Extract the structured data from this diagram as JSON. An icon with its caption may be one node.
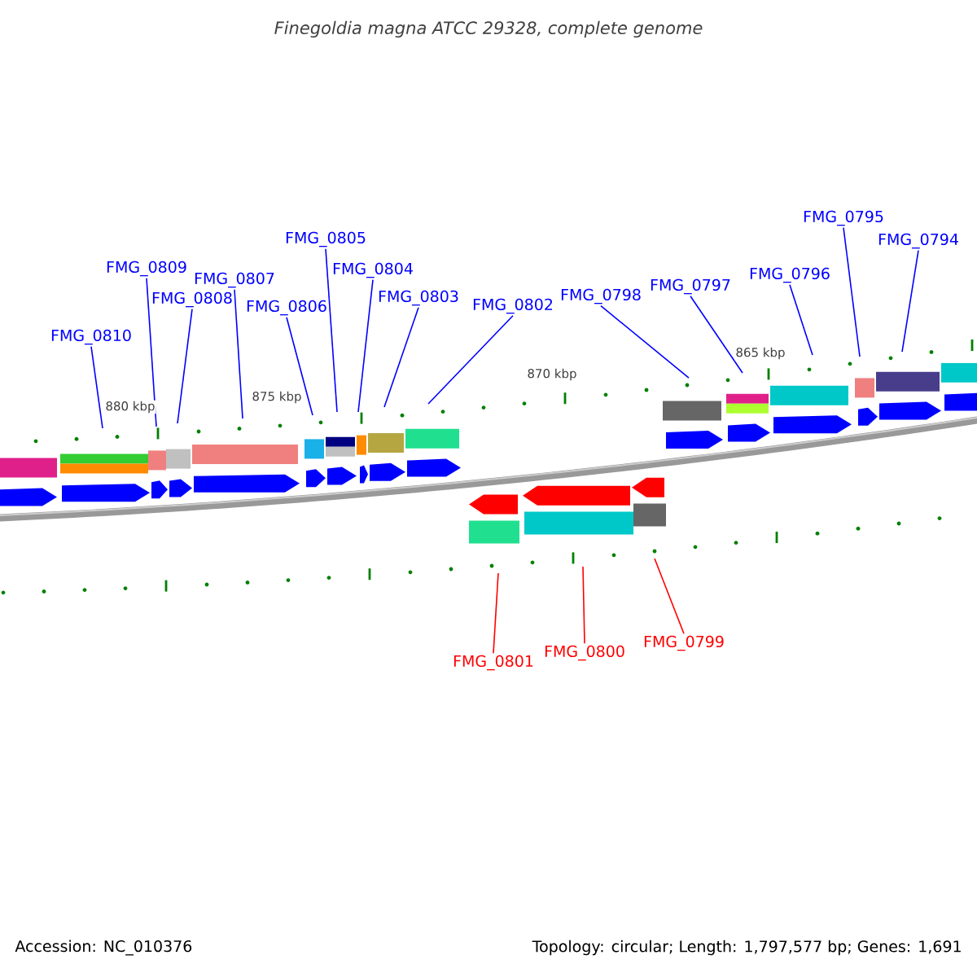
{
  "diagram": {
    "title": "Finegoldia magna ATCC 29328, complete genome",
    "nodes": [
      {
        "text": [
          "FMG_0810"
        ]
      },
      {
        "text": [
          "FMG_0809"
        ]
      },
      {
        "text": [
          "FMG_0808"
        ]
      },
      {
        "text": [
          "FMG_0807"
        ]
      },
      {
        "text": [
          "FMG_0806"
        ]
      },
      {
        "text": [
          "FMG_0805"
        ]
      },
      {
        "text": [
          "FMG_0804"
        ]
      },
      {
        "text": [
          "FMG_0803"
        ]
      },
      {
        "text": [
          "FMG_0802"
        ]
      },
      {
        "text": [
          "FMG_0798"
        ]
      },
      {
        "text": [
          "FMG_0797"
        ]
      },
      {
        "text": [
          "FMG_0796"
        ]
      },
      {
        "text": [
          "FMG_0795"
        ]
      },
      {
        "text": [
          "FMG_0794"
        ]
      },
      {
        "text": [
          "FMG_0801"
        ]
      },
      {
        "text": [
          "FMG_0800"
        ]
      },
      {
        "text": [
          "FMG_0799"
        ]
      }
    ],
    "edges": [
      {
        "from": 0,
        "to": null,
        "arrow": "none"
      },
      {
        "from": 1,
        "to": null,
        "arrow": "none"
      },
      {
        "from": 2,
        "to": null,
        "arrow": "none"
      },
      {
        "from": 3,
        "to": null,
        "arrow": "none"
      },
      {
        "from": 4,
        "to": null,
        "arrow": "none"
      },
      {
        "from": 5,
        "to": null,
        "arrow": "none"
      },
      {
        "from": 6,
        "to": null,
        "arrow": "none"
      },
      {
        "from": 7,
        "to": null,
        "arrow": "none"
      },
      {
        "from": 8,
        "to": null,
        "arrow": "none"
      },
      {
        "from": 9,
        "to": null,
        "arrow": "none"
      },
      {
        "from": 10,
        "to": null,
        "arrow": "none"
      },
      {
        "from": 11,
        "to": null,
        "arrow": "none"
      },
      {
        "from": 12,
        "to": null,
        "arrow": "none"
      },
      {
        "from": 13,
        "to": null,
        "arrow": "none"
      },
      {
        "from": 14,
        "to": null,
        "arrow": "none",
        "color": "#ff0000"
      },
      {
        "from": 15,
        "to": null,
        "arrow": "none",
        "color": "#ff0000"
      },
      {
        "from": 16,
        "to": null,
        "arrow": "none",
        "color": "#ff0000"
      }
    ],
    "labels": [
      "880 kbp",
      "875 kbp",
      "870 kbp",
      "865 kbp",
      "Accession: NC_010376",
      "Topology: circular; Length: 1,797,577 bp; Genes: 1,691"
    ]
  }
}
